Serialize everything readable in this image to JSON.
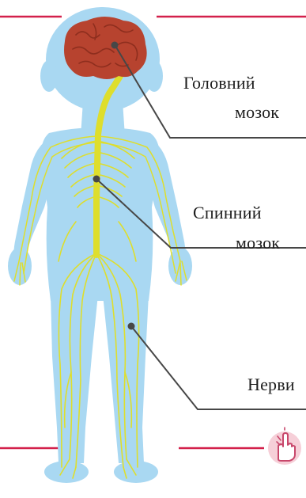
{
  "labels": {
    "brain_line1": "Головний",
    "brain_line2": "мозок",
    "spinal_line1": "Спинний",
    "spinal_line2": "мозок",
    "nerves": "Нерви"
  },
  "icons": {
    "hand": "pointing-hand-icon"
  },
  "colors": {
    "frame": "#d3204b",
    "body": "#a9d8f2",
    "brain": "#b7432f",
    "nerves": "#dede2c",
    "leader": "#474747",
    "hand_fill": "#f6cfd8",
    "hand_border": "#c8476b"
  }
}
